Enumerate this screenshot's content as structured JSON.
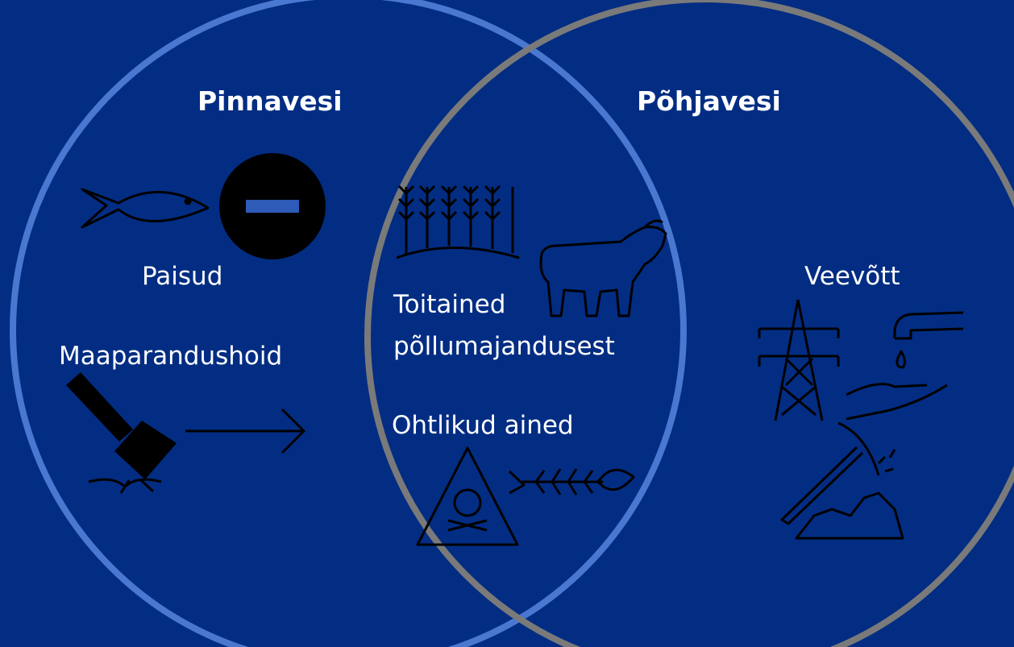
{
  "colors": {
    "background": "#032d83",
    "left_circle": "#4a78d0",
    "right_circle": "#7a7a7a",
    "icon": "#000000",
    "text": "#ffffff"
  },
  "sets": {
    "left": {
      "title": "Pinnavesi"
    },
    "right": {
      "title": "Põhjavesi"
    }
  },
  "labels": {
    "dams": "Paisud",
    "drainage": "Maaparandushoid",
    "nutrients_line1": "Toitained",
    "nutrients_line2": "põllumajandusest",
    "hazardous": "Ohtlikud ained",
    "abstraction": "Veevõtt"
  },
  "icons": [
    "fish-icon",
    "no-entry-icon",
    "wheat-field-icon",
    "bull-icon",
    "hammer-icon",
    "arrow-right-icon",
    "hazard-skull-icon",
    "fish-skeleton-icon",
    "power-pylon-icon",
    "tap-hand-icon",
    "pickaxe-icon"
  ]
}
